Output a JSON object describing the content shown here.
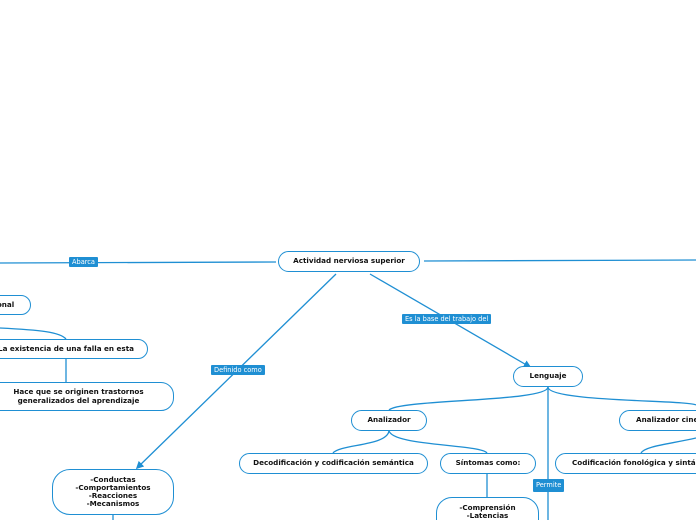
{
  "nodes": {
    "actividad": "Actividad nerviosa superior",
    "onal": "onal",
    "falla": "La existencia de una falla en esta",
    "trastornos": "Hace que se originen trastornos\ngeneralizados del aprendizaje",
    "conductas": "-Conductas\n-Comportamientos\n-Reacciones\n-Mecanismos",
    "lenguaje": "Lenguaje",
    "analizador": "Analizador",
    "analizador_cine": "Analizador cine",
    "decodificacion": "Decodificación y codificación semántica",
    "sintomas": "Síntomas como:",
    "codificacion": "Codificación fonológica y sintáctic",
    "comprension": "-Comprensión\n-Latencias"
  },
  "labels": {
    "abarca": "Abarca",
    "es_base": "Es la base del trabajo del",
    "definido": "Definido como",
    "permite": "Permite"
  },
  "colors": {
    "line": "#1f8fd3",
    "label_bg": "#1f8fd3",
    "node_border": "#1f8fd3"
  }
}
